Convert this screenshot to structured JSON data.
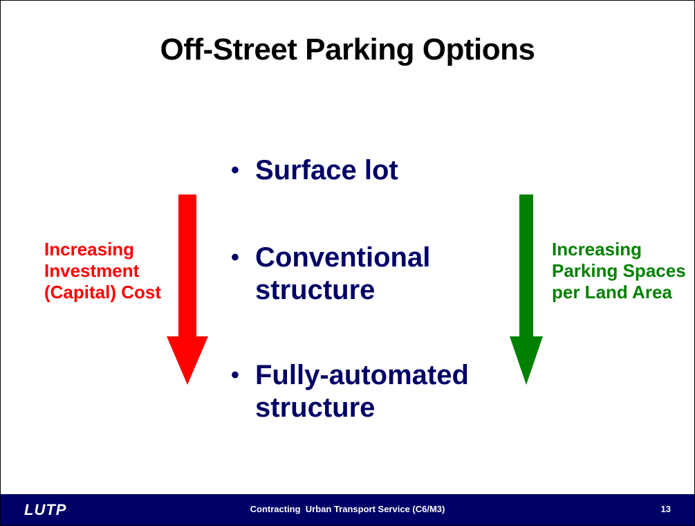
{
  "slide": {
    "title": "Off-Street Parking Options",
    "bullets": [
      {
        "symbol": "•",
        "text": "Surface lot"
      },
      {
        "symbol": "•",
        "text": "Conventional structure"
      },
      {
        "symbol": "•",
        "text": "Fully-automated structure"
      }
    ],
    "left_label": "Increasing Investment (Capital) Cost",
    "right_label": "Increasing Parking Spaces per Land Area",
    "left_arrow": {
      "icon": "down-arrow-icon",
      "color": "#ff0000"
    },
    "right_arrow": {
      "icon": "down-arrow-icon",
      "color": "#008000"
    }
  },
  "footer": {
    "logo": "LUTP",
    "text": "Contracting  Urban Transport Service (C6/M3)",
    "page_number": "13",
    "background": "#000066"
  }
}
